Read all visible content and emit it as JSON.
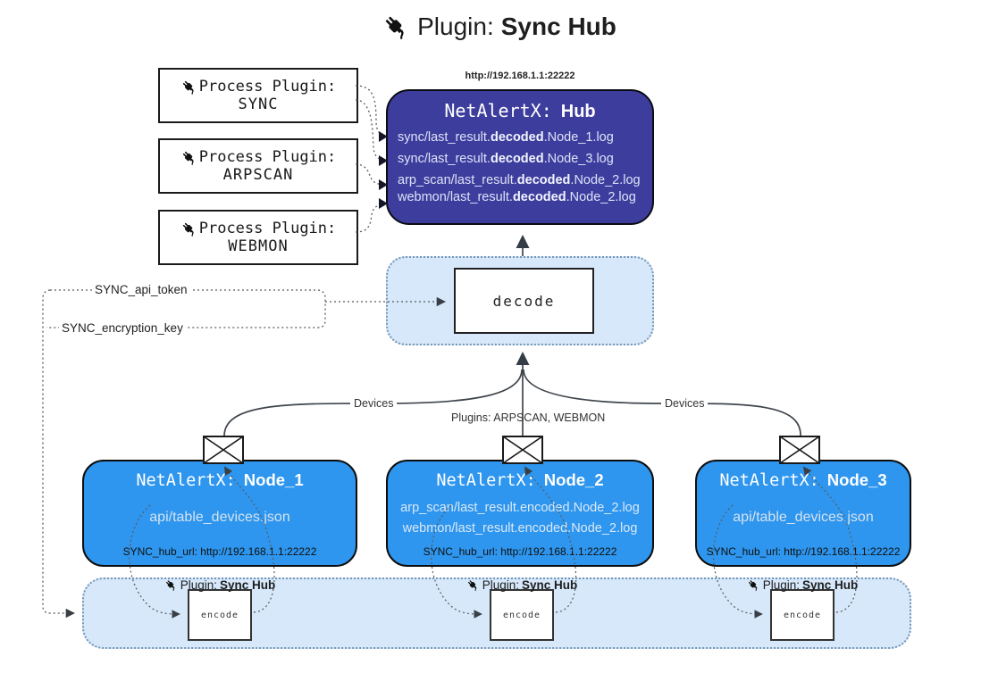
{
  "title": {
    "prefix": "Plugin:",
    "name": "Sync Hub"
  },
  "hub": {
    "url": "http://192.168.1.1:22222",
    "title_prefix": "NetAlertX:",
    "title_name": "Hub",
    "logs": [
      {
        "pre": "sync/last_result.",
        "bold": "decoded",
        "post": ".Node_1.log"
      },
      {
        "pre": "sync/last_result.",
        "bold": "decoded",
        "post": ".Node_3.log"
      },
      {
        "pre": "arp_scan/last_result.",
        "bold": "decoded",
        "post": ".Node_2.log"
      },
      {
        "pre": "webmon/last_result.",
        "bold": "decoded",
        "post": ".Node_2.log"
      }
    ]
  },
  "process_plugins": [
    {
      "label": "Process Plugin:",
      "name": "SYNC"
    },
    {
      "label": "Process Plugin:",
      "name": "ARPSCAN"
    },
    {
      "label": "Process Plugin:",
      "name": "WEBMON"
    }
  ],
  "settings": {
    "api_token": "SYNC_api_token",
    "encryption_key": "SYNC_encryption_key"
  },
  "decode": {
    "label": "decode"
  },
  "edge_labels": {
    "devices_left": "Devices",
    "devices_right": "Devices",
    "plugins_center": "Plugins: ARPSCAN, WEBMON"
  },
  "nodes": [
    {
      "title_prefix": "NetAlertX:",
      "title_name": "Node_1",
      "file_1": "api/table_devices.json",
      "file_2": "",
      "hub_url": "SYNC_hub_url: http://192.168.1.1:22222"
    },
    {
      "title_prefix": "NetAlertX:",
      "title_name": "Node_2",
      "file_1": "arp_scan/last_result.encoded.Node_2.log",
      "file_2": "webmon/last_result.encoded.Node_2.log",
      "hub_url": "SYNC_hub_url: http://192.168.1.1:22222"
    },
    {
      "title_prefix": "NetAlertX:",
      "title_name": "Node_3",
      "file_1": "api/table_devices.json",
      "file_2": "",
      "hub_url": "SYNC_hub_url: http://192.168.1.1:22222"
    }
  ],
  "encoders": {
    "plugin_prefix": "Plugin:",
    "plugin_name": "Sync Hub",
    "encode_label": "encode"
  },
  "colors": {
    "hub_bg": "#3d3d9e",
    "node_bg": "#2e96ee",
    "panel_bg": "#d6e8fa",
    "line": "#4a4a4a"
  }
}
